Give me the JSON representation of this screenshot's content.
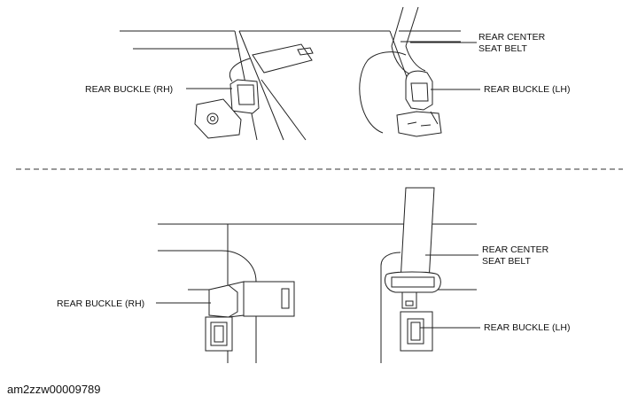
{
  "top_view": {
    "rear_buckle_rh": "REAR BUCKLE (RH)",
    "rear_buckle_lh": "REAR BUCKLE (LH)",
    "rear_center_seat_belt_line1": "REAR CENTER",
    "rear_center_seat_belt_line2": "SEAT BELT"
  },
  "bottom_view": {
    "rear_buckle_rh": "REAR BUCKLE (RH)",
    "rear_buckle_lh": "REAR BUCKLE (LH)",
    "rear_center_seat_belt_line1": "REAR CENTER",
    "rear_center_seat_belt_line2": "SEAT BELT"
  },
  "caption": "am2zzw00009789"
}
